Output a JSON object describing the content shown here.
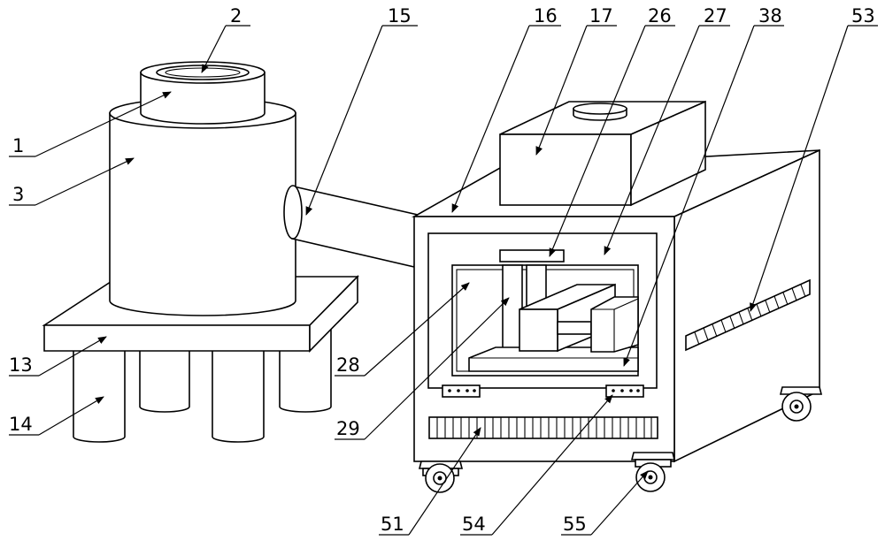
{
  "labels": {
    "n1": "1",
    "n2": "2",
    "n3": "3",
    "n13": "13",
    "n14": "14",
    "n15": "15",
    "n16": "16",
    "n17": "17",
    "n26": "26",
    "n27": "27",
    "n28": "28",
    "n29": "29",
    "n38": "38",
    "n51": "51",
    "n53": "53",
    "n54": "54",
    "n55": "55"
  }
}
